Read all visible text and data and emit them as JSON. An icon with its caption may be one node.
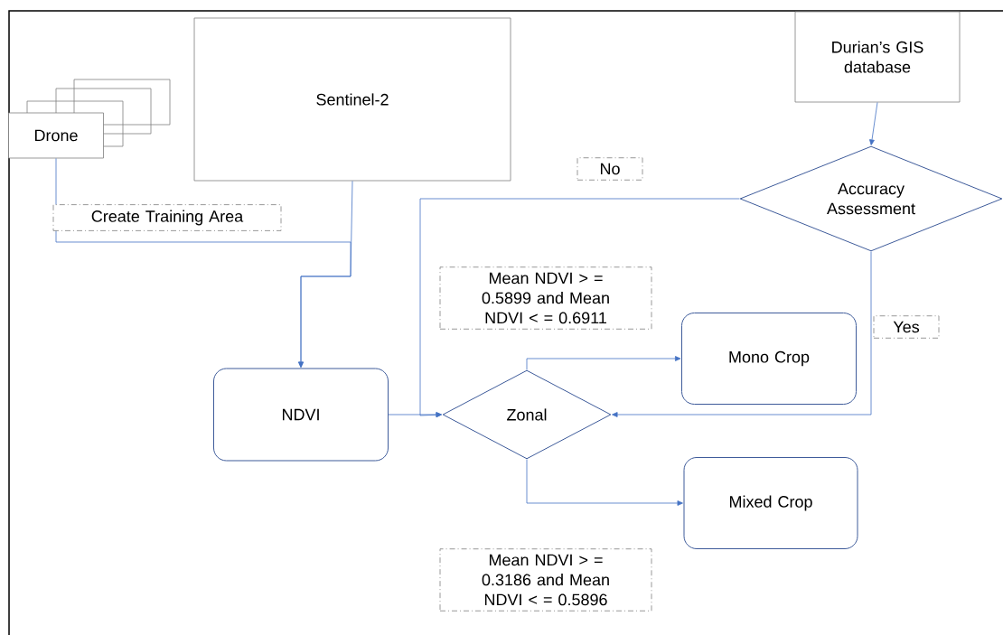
{
  "diagram": {
    "nodes": [
      {
        "text": [
          "Drone"
        ]
      },
      {
        "text": [
          "Sentinel-2"
        ]
      },
      {
        "text": [
          "Durian’s GIS database"
        ]
      },
      {
        "text": [
          "Accuracy Assessment"
        ]
      },
      {
        "text": [
          "NDVI"
        ]
      },
      {
        "text": [
          "Zonal"
        ]
      },
      {
        "text": [
          "Mono Crop"
        ]
      },
      {
        "text": [
          "Mixed Crop"
        ]
      }
    ],
    "edges": [
      {
        "from": 0,
        "to": 4,
        "arrow": "to",
        "label": "Create Training Area"
      },
      {
        "from": 1,
        "to": 4,
        "arrow": "to"
      },
      {
        "from": 2,
        "to": 3,
        "arrow": "to"
      },
      {
        "from": 3,
        "to": 5,
        "arrow": "to",
        "label": "No"
      },
      {
        "from": 4,
        "to": 5,
        "arrow": "to"
      },
      {
        "from": 3,
        "to": 5,
        "arrow": "to",
        "label": "Yes"
      },
      {
        "from": 5,
        "to": 6,
        "arrow": "to",
        "label": "Mean NDVI > = 0.5899 and Mean NDVI < = 0.6911"
      },
      {
        "from": 5,
        "to": 7,
        "arrow": "to",
        "label": "Mean NDVI > = 0.3186 and Mean NDVI < = 0.5896"
      }
    ]
  }
}
